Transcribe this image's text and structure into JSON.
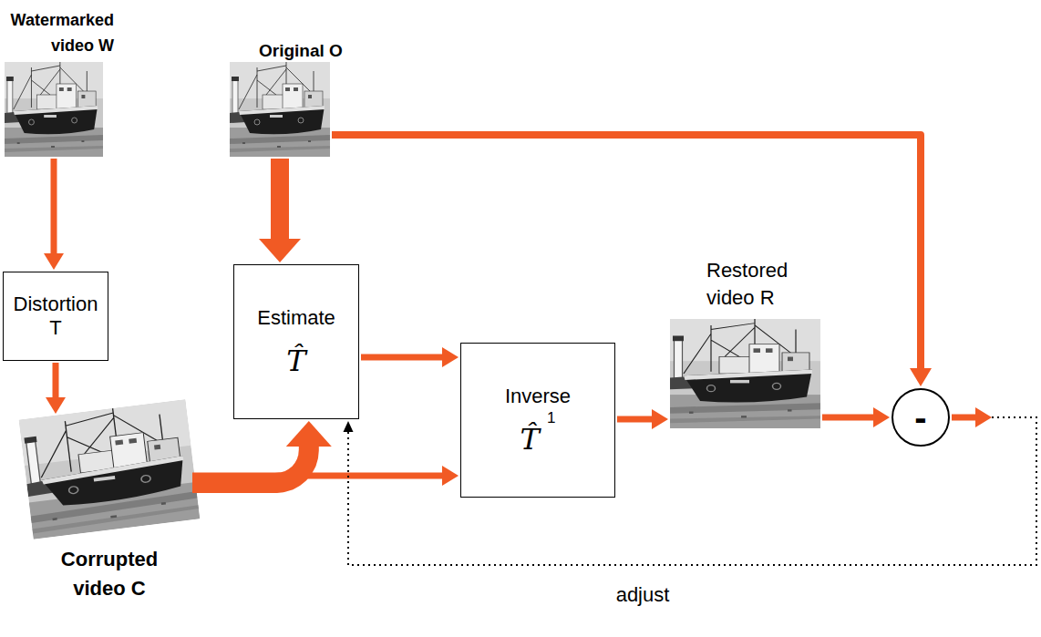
{
  "diagram": {
    "nodes": [
      {
        "text": [
          "Watermarked video W"
        ]
      },
      {
        "text": [
          "Original O"
        ]
      },
      {
        "text": [
          "Distortion T"
        ]
      },
      {
        "text": [
          "Estimate",
          "T̂"
        ]
      },
      {
        "text": [
          "Corrupted video C"
        ]
      },
      {
        "text": [
          "Inverse",
          "T̂",
          "1"
        ]
      },
      {
        "text": [
          "Restored video R"
        ]
      },
      {
        "text": [
          "-"
        ]
      }
    ],
    "edges": [
      {
        "from": 0,
        "to": 2,
        "arrow": "to"
      },
      {
        "from": 2,
        "to": 4,
        "arrow": "to"
      },
      {
        "from": 1,
        "to": 3,
        "arrow": "to"
      },
      {
        "from": 4,
        "to": 3,
        "arrow": "to"
      },
      {
        "from": 4,
        "to": 5,
        "arrow": "to"
      },
      {
        "from": 3,
        "to": 5,
        "arrow": "to"
      },
      {
        "from": 5,
        "to": 6,
        "arrow": "to"
      },
      {
        "from": 6,
        "to": 7,
        "arrow": "to"
      },
      {
        "from": 1,
        "to": 7,
        "arrow": "to"
      },
      {
        "from": 7,
        "to": 3,
        "label": "adjust",
        "arrow": "to"
      }
    ]
  }
}
